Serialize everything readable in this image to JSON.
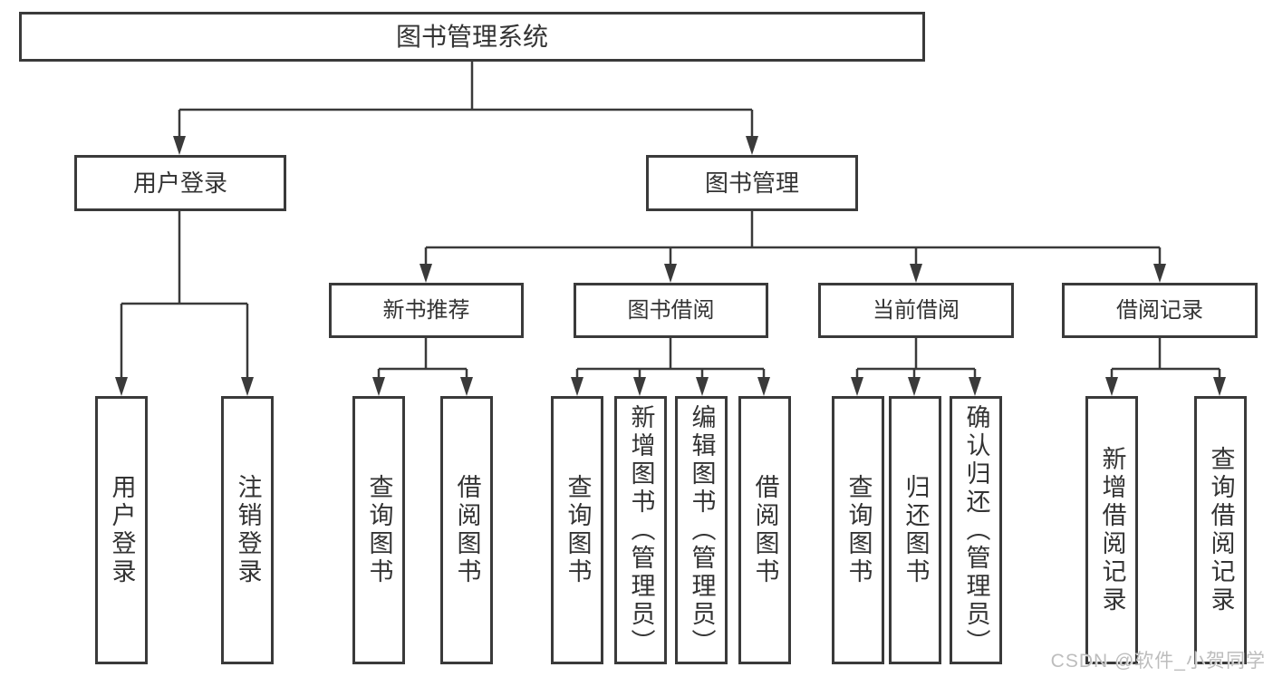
{
  "diagram": {
    "root": "图书管理系统",
    "level2": {
      "login": "用户登录",
      "manage": "图书管理"
    },
    "level3": {
      "recommend": "新书推荐",
      "borrow": "图书借阅",
      "current": "当前借阅",
      "records": "借阅记录"
    },
    "leaves": {
      "login": [
        "用户登录",
        "注销登录"
      ],
      "recommend": [
        "查询图书",
        "借阅图书"
      ],
      "borrow": [
        "查询图书",
        "新增图书（管理员）",
        "编辑图书（管理员）",
        "借阅图书"
      ],
      "current": [
        "查询图书",
        "归还图书",
        "确认归还（管理员）"
      ],
      "records": [
        "新增借阅记录",
        "查询借阅记录"
      ]
    }
  },
  "watermark": "CSDN @软件_小贺同学",
  "colors": {
    "line": "#3a3a3a",
    "text": "#333333",
    "watermark": "#bdbdbd",
    "background": "#ffffff"
  }
}
